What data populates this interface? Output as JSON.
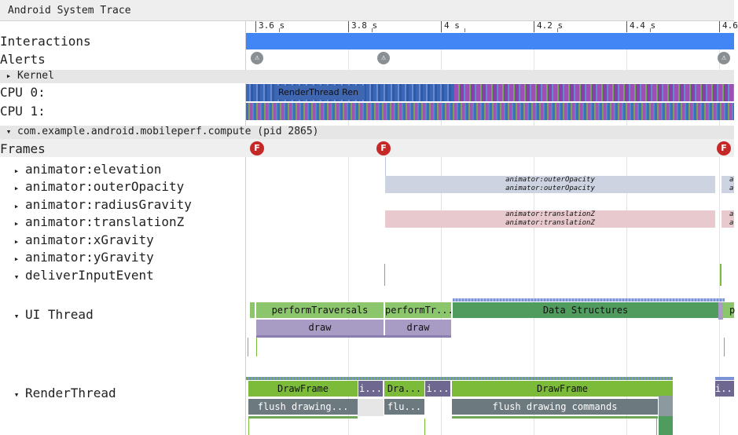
{
  "window": {
    "title": "Android System Trace"
  },
  "ruler": {
    "ticks": [
      "3.6 s",
      "3.8 s",
      "4 s",
      "4.2 s",
      "4.4 s",
      "4.6"
    ]
  },
  "rows": {
    "interactions": "Interactions",
    "alerts": "Alerts",
    "kernel": "Kernel",
    "cpu0": "CPU 0:",
    "cpu1": "CPU 1:",
    "process": "com.example.android.mobileperf.compute (pid 2865)",
    "frames": "Frames",
    "anim_elevation": "animator:elevation",
    "anim_outer": "animator:outerOpacity",
    "anim_radius": "animator:radiusGravity",
    "anim_transz": "animator:translationZ",
    "anim_xgrav": "animator:xGravity",
    "anim_ygrav": "animator:yGravity",
    "deliver": "deliverInputEvent",
    "ui_thread": "UI Thread",
    "render_thread": "RenderThread"
  },
  "icons": {
    "expand_collapsed": "▸",
    "expand_open": "▾",
    "alert": "⚠",
    "frame": "F"
  },
  "tracks": {
    "cpu0_slice": "RenderThread Ren",
    "outer_opacity_slice": "animator:outerOpacity\nanimator:outerOpacity",
    "outer_opacity_tail": "a\na",
    "translationz_slice": "animator:translationZ\nanimator:translationZ",
    "translationz_tail": "a\na",
    "ui_perform1": "performTraversals",
    "ui_perform2": "performTr...",
    "ui_draw1": "draw",
    "ui_draw2": "draw",
    "ui_data": "Data Structures",
    "ui_tail": "p",
    "rt_draw1": "DrawFrame",
    "rt_i1": "i...",
    "rt_draw2": "Dra...",
    "rt_i2": "i...",
    "rt_draw3": "DrawFrame",
    "rt_i3": "i...",
    "rt_flush1": "flush drawing...",
    "rt_flush2": "flu...",
    "rt_flush3": "flush drawing commands"
  },
  "colors": {
    "interactions": "#4285f4",
    "ui_green": "#8cc66c",
    "ui_purple": "#a99cc4",
    "data_structures": "#4f9c5e",
    "rt_green": "#7cbb3a",
    "rt_gray": "#6c7a80",
    "outer_opacity": "#cdd3e0",
    "translationz": "#e8c9cd"
  }
}
